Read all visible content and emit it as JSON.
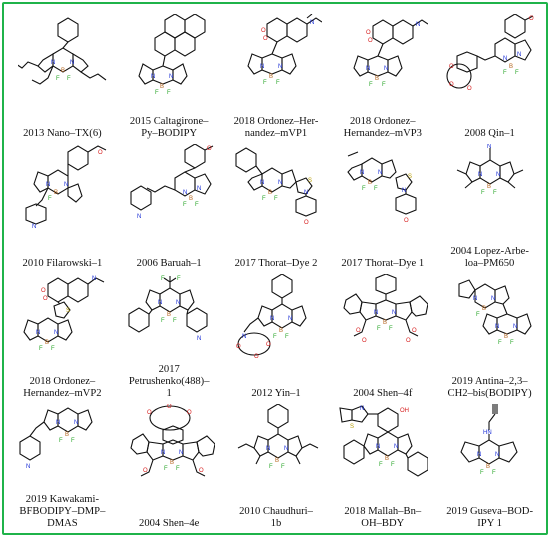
{
  "border_color": "#1fb34a",
  "atom_colors": {
    "N": "#1b2fd6",
    "O": "#d61b1b",
    "B": "#b5651d",
    "F": "#2aa52a",
    "S": "#b59b00"
  },
  "compounds": [
    {
      "label": "2013 Nano–TX(6)"
    },
    {
      "label": "2015 Caltagirone–\nPy–BODIPY"
    },
    {
      "label": "2018 Ordonez–Her-\nnandez–mVP1"
    },
    {
      "label": "2018 Ordonez–\nHernandez–mVP3"
    },
    {
      "label": "2008 Qin–1"
    },
    {
      "label": "2010 Filarowski–1"
    },
    {
      "label": "2006 Baruah–1"
    },
    {
      "label": "2017 Thorat–Dye 2"
    },
    {
      "label": "2017 Thorat–Dye 1"
    },
    {
      "label": "2004 Lopez-Arbe-\nloa–PM650"
    },
    {
      "label": "2018 Ordonez–\nHernandez–mVP2"
    },
    {
      "label": "2017\nPetrushenko(488)–\n1"
    },
    {
      "label": "2012 Yin–1"
    },
    {
      "label": "2004 Shen–4f"
    },
    {
      "label": "2019 Antina–2,3–\nCH2–bis(BODIPY)"
    },
    {
      "label": "2019 Kawakami-\nBFBODIPY–DMP–\nDMAS"
    },
    {
      "label": "2004 Shen–4e"
    },
    {
      "label": "2010 Chaudhuri–\n1b"
    },
    {
      "label": "2018 Mallah–Bn–\nOH–BDY"
    },
    {
      "label": "2019 Guseva–BOD-\nIPY 1"
    }
  ]
}
